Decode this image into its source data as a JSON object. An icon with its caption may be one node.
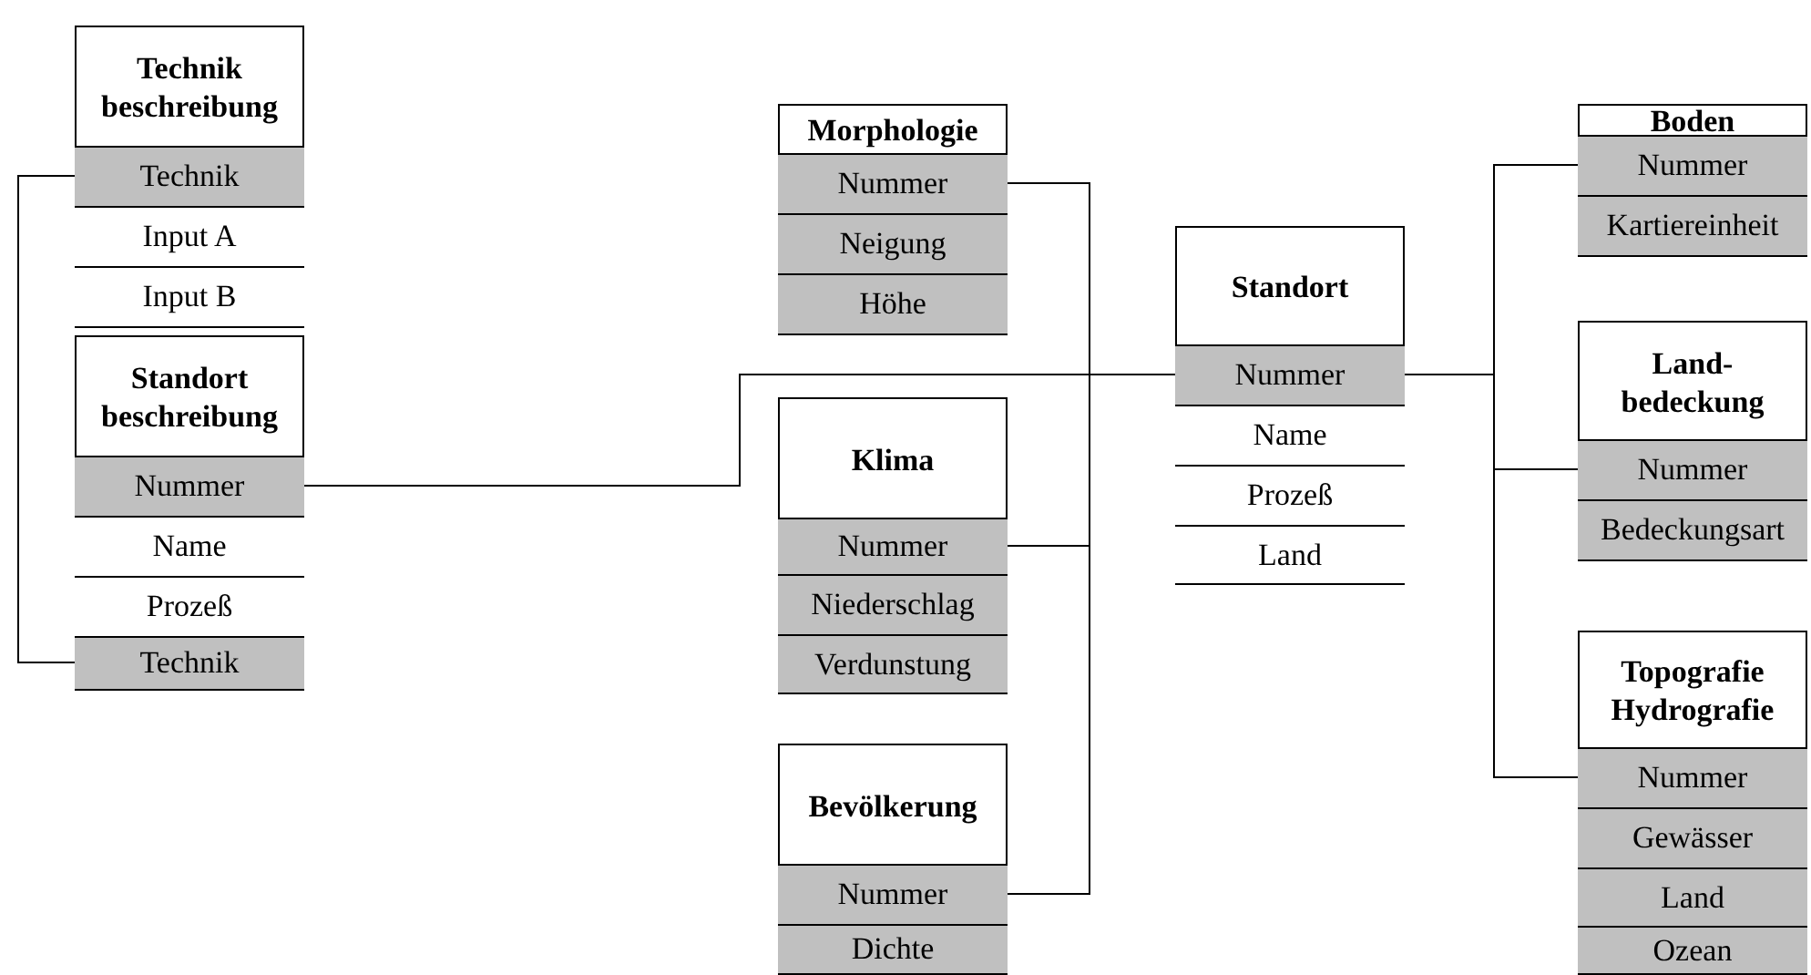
{
  "diagram": {
    "nodes": [
      {
        "text": [
          "Technik beschreibung"
        ]
      },
      {
        "text": [
          "Technik"
        ],
        "in": 0
      },
      {
        "text": [
          "Input A"
        ],
        "in": 0
      },
      {
        "text": [
          "Input B"
        ],
        "in": 0
      },
      {
        "text": [
          "Standort beschreibung"
        ]
      },
      {
        "text": [
          "Nummer"
        ],
        "in": 4
      },
      {
        "text": [
          "Name"
        ],
        "in": 4
      },
      {
        "text": [
          "Prozeß"
        ],
        "in": 4
      },
      {
        "text": [
          "Technik"
        ],
        "in": 4
      },
      {
        "text": [
          "Morphologie"
        ]
      },
      {
        "text": [
          "Nummer"
        ],
        "in": 9
      },
      {
        "text": [
          "Neigung"
        ],
        "in": 9
      },
      {
        "text": [
          "Höhe"
        ],
        "in": 9
      },
      {
        "text": [
          "Klima"
        ]
      },
      {
        "text": [
          "Nummer"
        ],
        "in": 13
      },
      {
        "text": [
          "Niederschlag"
        ],
        "in": 13
      },
      {
        "text": [
          "Verdunstung"
        ],
        "in": 13
      },
      {
        "text": [
          "Bevölkerung"
        ]
      },
      {
        "text": [
          "Nummer"
        ],
        "in": 17
      },
      {
        "text": [
          "Dichte"
        ],
        "in": 17
      },
      {
        "text": [
          "Standort"
        ]
      },
      {
        "text": [
          "Nummer"
        ],
        "in": 20
      },
      {
        "text": [
          "Name"
        ],
        "in": 20
      },
      {
        "text": [
          "Prozeß"
        ],
        "in": 20
      },
      {
        "text": [
          "Land"
        ],
        "in": 20
      },
      {
        "text": [
          "Boden"
        ]
      },
      {
        "text": [
          "Nummer"
        ],
        "in": 25
      },
      {
        "text": [
          "Kartiereinheit"
        ],
        "in": 25
      },
      {
        "text": [
          "Land-bedeckung"
        ]
      },
      {
        "text": [
          "Nummer"
        ],
        "in": 28
      },
      {
        "text": [
          "Bedeckungsart"
        ],
        "in": 28
      },
      {
        "text": [
          "Topografie Hydrografie"
        ]
      },
      {
        "text": [
          "Nummer"
        ],
        "in": 31
      },
      {
        "text": [
          "Gewässer"
        ],
        "in": 31
      },
      {
        "text": [
          "Land"
        ],
        "in": 31
      },
      {
        "text": [
          "Ozean"
        ],
        "in": 31
      }
    ],
    "edges": [
      {
        "from": 1,
        "to": 8,
        "arrow": "none"
      },
      {
        "from": 5,
        "to": 21,
        "arrow": "none"
      },
      {
        "from": 10,
        "to": 21,
        "arrow": "none"
      },
      {
        "from": 14,
        "to": 21,
        "arrow": "none"
      },
      {
        "from": 18,
        "to": 21,
        "arrow": "none"
      },
      {
        "from": 21,
        "to": 26,
        "arrow": "none"
      },
      {
        "from": 21,
        "to": 29,
        "arrow": "none"
      },
      {
        "from": 21,
        "to": 32,
        "arrow": "none"
      }
    ]
  }
}
